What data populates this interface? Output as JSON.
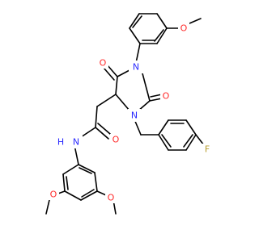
{
  "colors": {
    "bond": "#000000",
    "carbon": "#000000",
    "nitrogen": "#2a2aff",
    "oxygen": "#ff2a2a",
    "fluorine": "#b79d2e",
    "background": "#ffffff"
  },
  "atoms": {
    "n_imide": "N",
    "n_benzyl": "N",
    "nh": "N",
    "h_amide": "H",
    "o_imide_5": "O",
    "o_imide_2": "O",
    "o_amide": "O",
    "o_methoxy_top": "O",
    "o_methoxy_left": "O",
    "o_methoxy_right": "O",
    "fluorine": "F"
  }
}
